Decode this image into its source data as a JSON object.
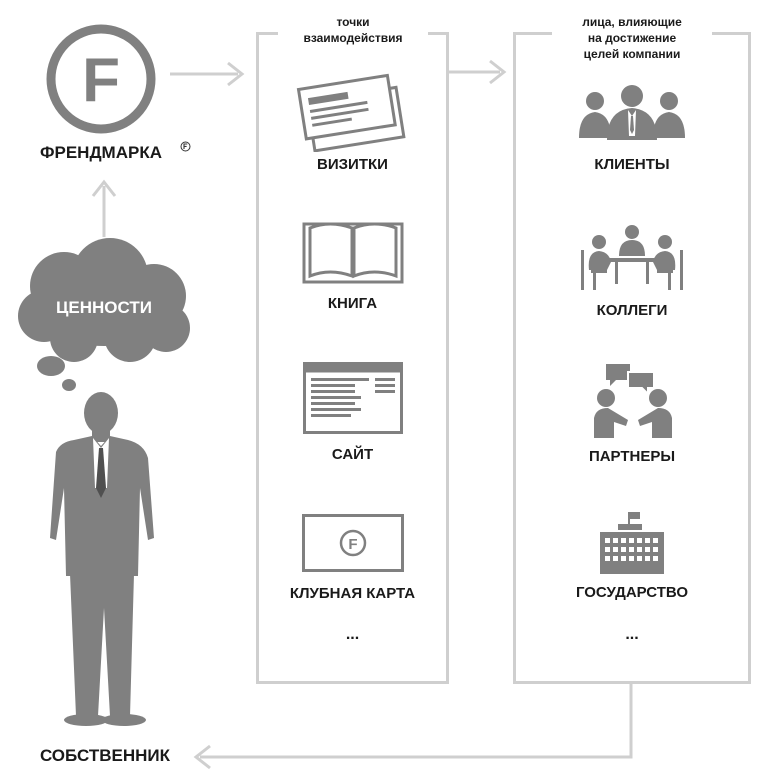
{
  "brand": {
    "name": "ФРЕНДМАРКА",
    "mark": "F"
  },
  "values_cloud": {
    "label": "ЦЕННОСТИ"
  },
  "owner": {
    "label": "СОБСТВЕННИК"
  },
  "touchpoints": {
    "header": [
      "ТОЧКИ",
      "ВЗАИМОДЕЙСТВИЯ"
    ],
    "items": [
      {
        "label": "ВИЗИТКИ",
        "icon": "business-cards-icon"
      },
      {
        "label": "КНИГА",
        "icon": "book-icon"
      },
      {
        "label": "САЙТ",
        "icon": "website-icon"
      },
      {
        "label": "КЛУБНАЯ КАРТА",
        "icon": "club-card-icon",
        "mark": "F"
      }
    ],
    "more": "..."
  },
  "stakeholders": {
    "header": [
      "ЛИЦА, ВЛИЯЮЩИЕ",
      "НА ДОСТИЖЕНИЕ",
      "ЦЕЛЕЙ КОМПАНИИ"
    ],
    "items": [
      {
        "label": "КЛИЕНТЫ",
        "icon": "clients-icon"
      },
      {
        "label": "КОЛЛЕГИ",
        "icon": "colleagues-icon"
      },
      {
        "label": "ПАРТНЕРЫ",
        "icon": "partners-icon"
      },
      {
        "label": "ГОСУДАРСТВО",
        "icon": "government-icon"
      }
    ],
    "more": "..."
  },
  "colors": {
    "icon_gray": "#808080",
    "line_gray": "#cfcfcf",
    "text": "#1a1a1a"
  }
}
